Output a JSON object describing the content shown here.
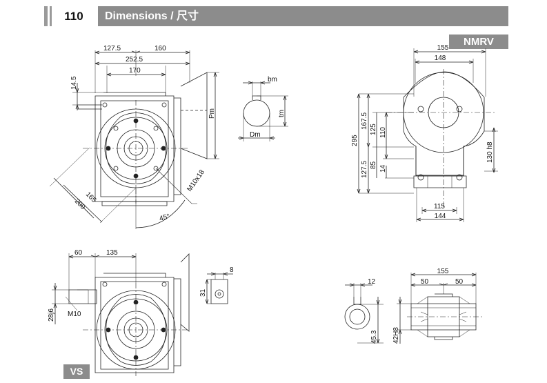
{
  "header": {
    "page_number": "110",
    "title": "Dimensions / 尺寸"
  },
  "tags": {
    "nmrv": "NMRV",
    "vs": "VS"
  },
  "dims": {
    "a": "127.5",
    "b": "160",
    "c": "252.5",
    "d": "170",
    "e": "14.5",
    "pm": "Pm",
    "d165": "165",
    "d200": "200",
    "angle": "45°",
    "bolt": "M10x18",
    "bm": "bm",
    "tm": "tm",
    "dm": "Dm",
    "r155": "155",
    "r148": "148",
    "r295": "295",
    "r1675": "167.5",
    "r125": "125",
    "r110": "110",
    "r1275": "127.5",
    "r85": "85",
    "r14": "14",
    "r130": "130 h8",
    "r115": "115",
    "r144": "144",
    "v60": "60",
    "v135": "135",
    "v28": "28j6",
    "vm10": "M10",
    "v8": "8",
    "v31": "31",
    "s12": "12",
    "s453": "45.3",
    "s155": "155",
    "s50a": "50",
    "s50b": "50",
    "s42": "42H8"
  }
}
